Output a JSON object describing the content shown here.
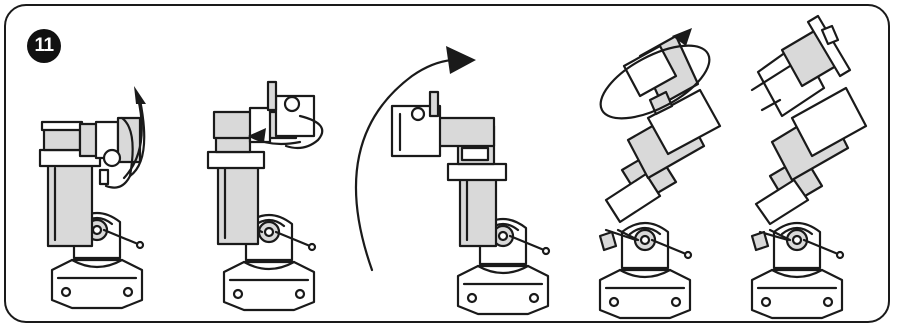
{
  "step": {
    "number": "11"
  },
  "colors": {
    "line": "#1a1a1a",
    "shade": "#d9d9d9",
    "background": "#ffffff"
  },
  "figures": [
    {
      "name": "mount-step-1",
      "icon": "telescope-mount-icon"
    },
    {
      "name": "mount-step-2",
      "icon": "telescope-mount-icon"
    },
    {
      "name": "mount-step-3",
      "icon": "telescope-mount-icon"
    },
    {
      "name": "mount-step-4",
      "icon": "telescope-mount-icon"
    },
    {
      "name": "mount-step-5",
      "icon": "telescope-mount-icon"
    }
  ],
  "arrows": [
    "rotate-arrow-icon",
    "rotate-arrow-icon",
    "curved-arrow-icon",
    "rotate-arrow-icon"
  ]
}
